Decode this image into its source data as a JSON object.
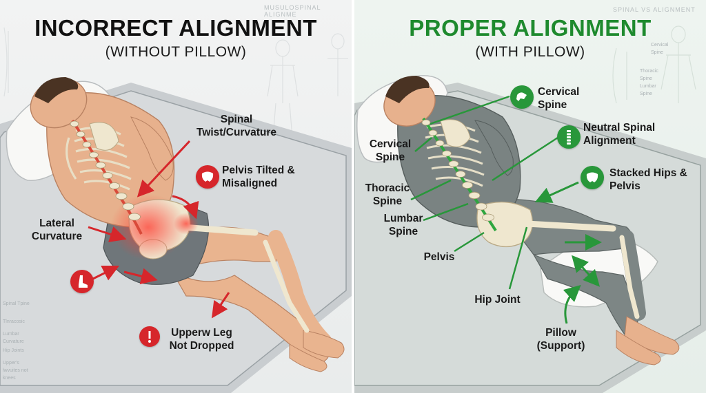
{
  "colors": {
    "warning_red": "#d6262b",
    "proper_green": "#28973a",
    "title_green": "#1e8a2e"
  },
  "left": {
    "title": "INCORRECT ALIGNMENT",
    "subtitle": "(WITHOUT PILLOW)",
    "watermark": "MUSULOSPINAL ALIGNME",
    "labels": {
      "spinal_twist": "Spinal Twist/Curvature",
      "pelvis_tilted": "Pelvis Tilted & Misaligned",
      "lateral_curvature": "Lateral Curvature",
      "upper_leg": "Upperw Leg Not Dropped"
    },
    "faint_labels": [
      "Spinal Tpine",
      "Tlnracosic",
      "Lumbar Curvature",
      "Hip Joints",
      "Upper's lwvuites not knees"
    ],
    "icons": {
      "pelvis": "pelvis-icon",
      "ankle": "ankle-icon",
      "warning": "exclamation-icon"
    }
  },
  "right": {
    "title": "PROPER ALIGNMENT",
    "subtitle": "(WITH PILLOW)",
    "watermark": "SPINAL VS ALIGNMENT",
    "labels": {
      "cervical_top": "Cervical Spine",
      "neutral": "Neutral Spinal Alignment",
      "stacked": "Stacked Hips & Pelvis",
      "cervical_left": "Cervical Spine",
      "thoracic": "Thoracic Spine",
      "lumbar": "Lumbar Spine",
      "pelvis": "Pelvis",
      "hip_joint": "Hip Joint",
      "pillow": "Pillow (Support)"
    },
    "faint_labels": [
      "Cervical Spine",
      "Thoracic Spine",
      "Lumbar Spine"
    ],
    "icons": {
      "cervical": "neck-icon",
      "neutral": "spine-icon",
      "stacked": "pelvis-icon"
    }
  }
}
